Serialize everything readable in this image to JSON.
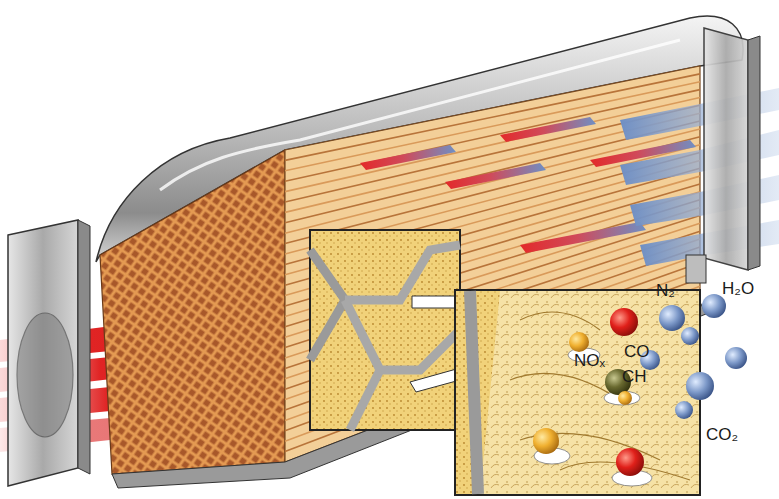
{
  "diagram": {
    "labels": [
      "N₂",
      "H₂O",
      "NOₓ",
      "CO",
      "CH",
      "CO₂"
    ]
  }
}
